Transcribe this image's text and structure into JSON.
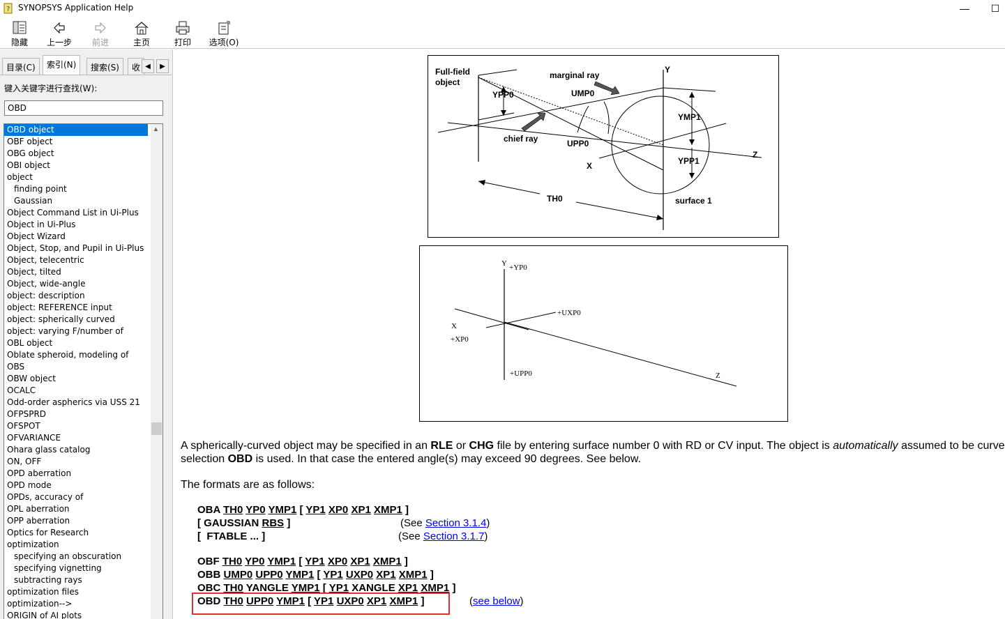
{
  "window": {
    "title": "SYNOPSYS Application Help",
    "minimize_glyph": "—",
    "maximize_glyph": "☐"
  },
  "toolbar": {
    "buttons": [
      {
        "label": "隐藏",
        "icon": "hide-icon",
        "enabled": true
      },
      {
        "label": "上一步",
        "icon": "back-arrow-icon",
        "enabled": true
      },
      {
        "label": "前进",
        "icon": "forward-arrow-icon",
        "enabled": false
      },
      {
        "label": "主页",
        "icon": "home-icon",
        "enabled": true
      },
      {
        "label": "打印",
        "icon": "printer-icon",
        "enabled": true
      },
      {
        "label": "选项(O)",
        "icon": "options-icon",
        "enabled": true
      }
    ]
  },
  "nav": {
    "tabs": [
      "目录(C)",
      "索引(N)",
      "搜索(S)",
      "收"
    ],
    "active_tab": "索引(N)",
    "keyword_label": "键入关键字进行查找(W):",
    "keyword_value": "OBD",
    "items": [
      {
        "text": "OBD object",
        "level": 0,
        "selected": true
      },
      {
        "text": "OBF object",
        "level": 0
      },
      {
        "text": "OBG object",
        "level": 0
      },
      {
        "text": "OBI object",
        "level": 0
      },
      {
        "text": "object",
        "level": 0
      },
      {
        "text": "finding point",
        "level": 1
      },
      {
        "text": "Gaussian",
        "level": 1
      },
      {
        "text": "Object Command List in Ui-Plus",
        "level": 0
      },
      {
        "text": "Object in Ui-Plus",
        "level": 0
      },
      {
        "text": "Object Wizard",
        "level": 0
      },
      {
        "text": "Object, Stop, and Pupil in Ui-Plus",
        "level": 0
      },
      {
        "text": "Object, telecentric",
        "level": 0
      },
      {
        "text": "Object, tilted",
        "level": 0
      },
      {
        "text": "Object, wide-angle",
        "level": 0
      },
      {
        "text": "object: description",
        "level": 0
      },
      {
        "text": "object: REFERENCE input",
        "level": 0
      },
      {
        "text": "object: spherically curved",
        "level": 0
      },
      {
        "text": "object: varying F/number of",
        "level": 0
      },
      {
        "text": "OBL object",
        "level": 0
      },
      {
        "text": "Oblate spheroid, modeling of",
        "level": 0
      },
      {
        "text": "OBS",
        "level": 0
      },
      {
        "text": "OBW object",
        "level": 0
      },
      {
        "text": "OCALC",
        "level": 0
      },
      {
        "text": "Odd-order aspherics via USS 21",
        "level": 0
      },
      {
        "text": "OFPSPRD",
        "level": 0
      },
      {
        "text": "OFSPOT",
        "level": 0
      },
      {
        "text": "OFVARIANCE",
        "level": 0
      },
      {
        "text": "Ohara glass catalog",
        "level": 0
      },
      {
        "text": "ON, OFF",
        "level": 0
      },
      {
        "text": "OPD aberration",
        "level": 0
      },
      {
        "text": "OPD mode",
        "level": 0
      },
      {
        "text": "OPDs, accuracy of",
        "level": 0
      },
      {
        "text": "OPL aberration",
        "level": 0
      },
      {
        "text": "OPP aberration",
        "level": 0
      },
      {
        "text": "Optics for Research",
        "level": 0
      },
      {
        "text": "optimization",
        "level": 0
      },
      {
        "text": "specifying an obscuration",
        "level": 1
      },
      {
        "text": "specifying vignetting",
        "level": 1
      },
      {
        "text": "subtracting rays",
        "level": 1
      },
      {
        "text": "optimization files",
        "level": 0
      },
      {
        "text": "optimization-->",
        "level": 0
      },
      {
        "text": "ORIGIN of AI plots",
        "level": 0
      }
    ]
  },
  "figure1": {
    "labels": {
      "full_field": "Full-field",
      "object": "object",
      "marginal_ray": "marginal ray",
      "y": "Y",
      "ypp0": "YPP0",
      "ump0": "UMP0",
      "ymp1": "YMP1",
      "chief_ray": "chief ray",
      "upp0": "UPP0",
      "z": "Z",
      "x": "X",
      "ypp1": "YPP1",
      "th0": "TH0",
      "surface1": "surface 1"
    }
  },
  "figure2": {
    "labels": {
      "y": "Y",
      "yp0": "+YP0",
      "uxp0": "+UXP0",
      "x": "X",
      "xp0": "+XP0",
      "upp0": "+UPP0",
      "z": "Z"
    }
  },
  "body": {
    "para1_a": "A spherically-curved object may be specified in an ",
    "para1_rle": "RLE",
    "para1_or": " or ",
    "para1_chg": "CHG",
    "para1_b": " file by entering surface number 0 with RD or CV input.  The object is ",
    "para1_auto": "automatically",
    "para1_c": " assumed to be curved if",
    "para2_a": "selection ",
    "para2_obd": "OBD",
    "para2_b": " is used.  In that case the entered angle(s) may exceed 90 degrees.  See below.",
    "formats_intro": "The formats are as follows:",
    "see_open": "(See ",
    "see_close": ")",
    "section_314": "Section 3.1.4",
    "section_317": "Section 3.1.7",
    "see_below": "see below",
    "paren_open": "(",
    "paren_close": ")"
  }
}
